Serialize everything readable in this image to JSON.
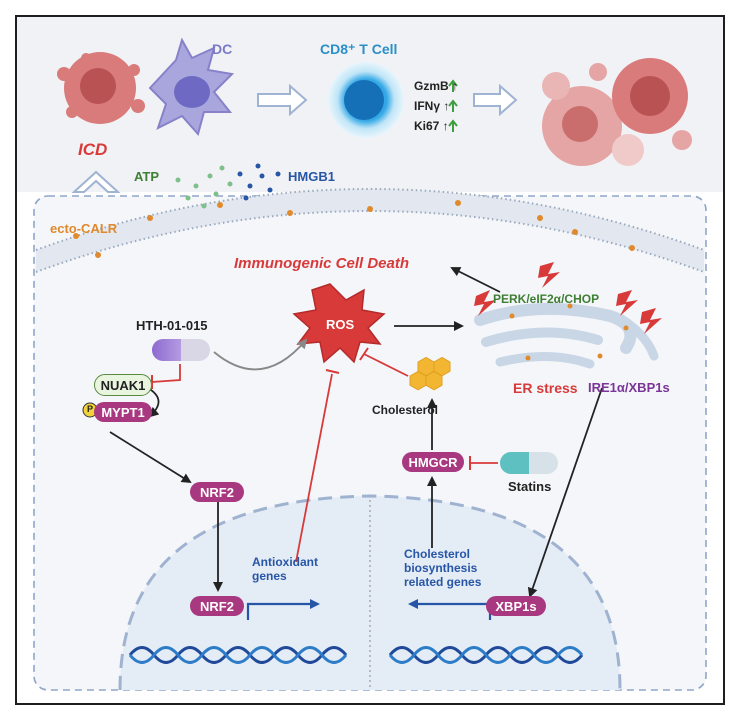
{
  "top": {
    "icd_label": "ICD",
    "dc_label": "DC",
    "tcell_label": "CD8⁺ T Cell",
    "markers": [
      "GzmB ↑",
      "IFNγ ↑",
      "Ki67 ↑"
    ],
    "atp_label": "ATP",
    "hmgb1_label": "HMGB1",
    "calr_label": "ecto-CALR"
  },
  "cell": {
    "title": "Immunogenic Cell Death",
    "ros_label": "ROS",
    "er_pathway": "PERK/eIF2α/CHOP",
    "er_stress": "ER stress",
    "ire_label": "IRE1α/XBP1s",
    "drug_label": "HTH-01-015",
    "nuak1": "NUAK1",
    "mypt1": "MYPT1",
    "phospho": "P",
    "nrf2_cyto": "NRF2",
    "nrf2_nuc": "NRF2",
    "antioxidant": "Antioxidant\ngenes",
    "cholesterol": "Cholesterol",
    "hmgcr": "HMGCR",
    "statins": "Statins",
    "chol_genes": "Cholesterol\nbiosynthesis\nrelated genes",
    "xbp1s": "XBP1s"
  },
  "colors": {
    "red": "#d83a3a",
    "green": "#3f7f34",
    "blue": "#2856a6",
    "purple": "#7a3597",
    "magenta": "#a8387f",
    "orange": "#e08a2c",
    "er": "#c9d6e6"
  }
}
